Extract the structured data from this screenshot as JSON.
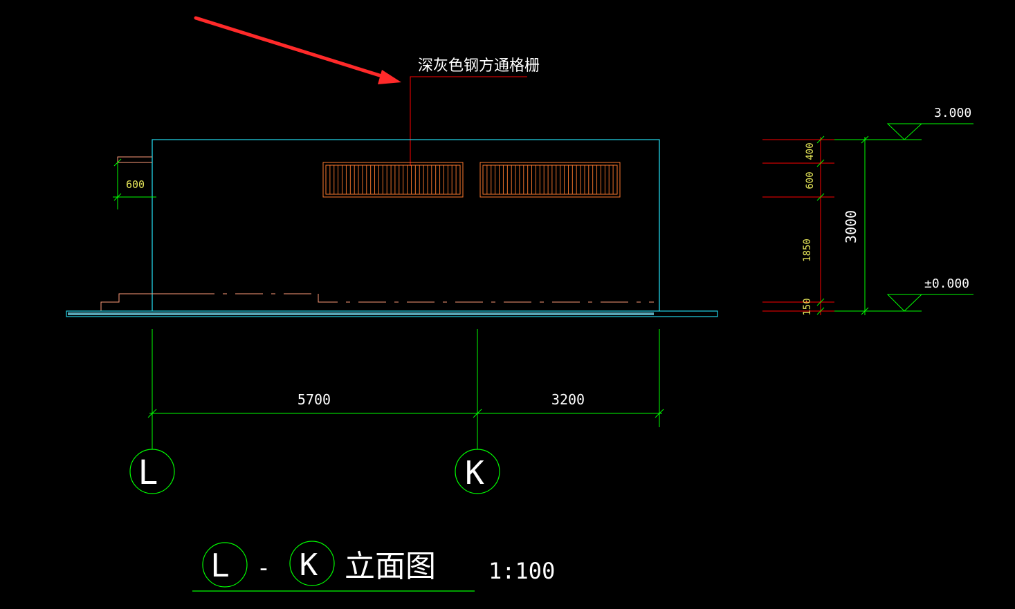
{
  "drawing": {
    "note_label": "深灰色钢方通格栅",
    "left_dim": "600",
    "elev_top": "3.000",
    "elev_zero": "±0.000",
    "vdims": [
      "400",
      "600",
      "1850",
      "150"
    ],
    "vtotal": "3000",
    "hdims": [
      "5700",
      "3200"
    ],
    "axes": [
      "L",
      "K"
    ],
    "title": {
      "axis_from": "L",
      "dash": "-",
      "axis_to": "K",
      "text": "立面图",
      "scale": "1:100"
    }
  },
  "colors": {
    "background": "#000000",
    "outline": "#22d3e6",
    "dimension": "#00ff00",
    "leader": "#ff0000",
    "grille": "#ff7a2e",
    "arrow": "#ff2a2a",
    "label": "#ffffff",
    "dim_text_yellow": "#e8e85a",
    "ground": "#5aa8b8"
  }
}
